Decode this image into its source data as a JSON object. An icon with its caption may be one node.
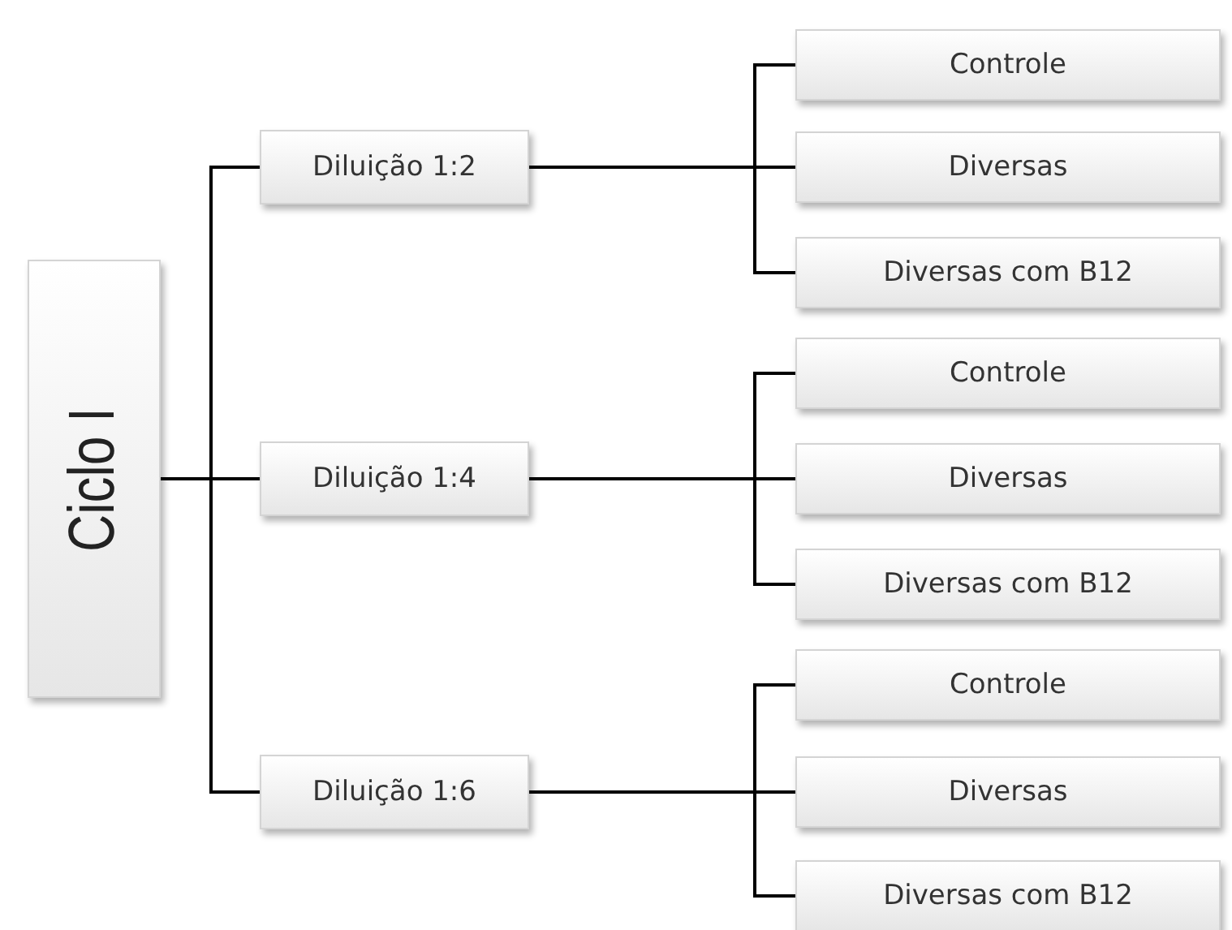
{
  "diagram": {
    "nodes": [
      {
        "text": [
          "Ciclo I"
        ]
      },
      {
        "text": [
          "Diluição 1:2"
        ]
      },
      {
        "text": [
          "Controle"
        ]
      },
      {
        "text": [
          "Diversas"
        ]
      },
      {
        "text": [
          "Diversas com B12"
        ]
      },
      {
        "text": [
          "Diluição 1:4"
        ]
      },
      {
        "text": [
          "Controle"
        ]
      },
      {
        "text": [
          "Diversas"
        ]
      },
      {
        "text": [
          "Diversas com B12"
        ]
      },
      {
        "text": [
          "Diluição 1:6"
        ]
      },
      {
        "text": [
          "Controle"
        ]
      },
      {
        "text": [
          "Diversas"
        ]
      },
      {
        "text": [
          "Diversas com B12"
        ]
      }
    ],
    "edges": [
      {
        "from": 0,
        "to": 1,
        "arrow": "none"
      },
      {
        "from": 0,
        "to": 5,
        "arrow": "none"
      },
      {
        "from": 0,
        "to": 9,
        "arrow": "none"
      },
      {
        "from": 1,
        "to": 2,
        "arrow": "none"
      },
      {
        "from": 1,
        "to": 3,
        "arrow": "none"
      },
      {
        "from": 1,
        "to": 4,
        "arrow": "none"
      },
      {
        "from": 5,
        "to": 6,
        "arrow": "none"
      },
      {
        "from": 5,
        "to": 7,
        "arrow": "none"
      },
      {
        "from": 5,
        "to": 8,
        "arrow": "none"
      },
      {
        "from": 9,
        "to": 10,
        "arrow": "none"
      },
      {
        "from": 9,
        "to": 11,
        "arrow": "none"
      },
      {
        "from": 9,
        "to": 12,
        "arrow": "none"
      }
    ]
  }
}
